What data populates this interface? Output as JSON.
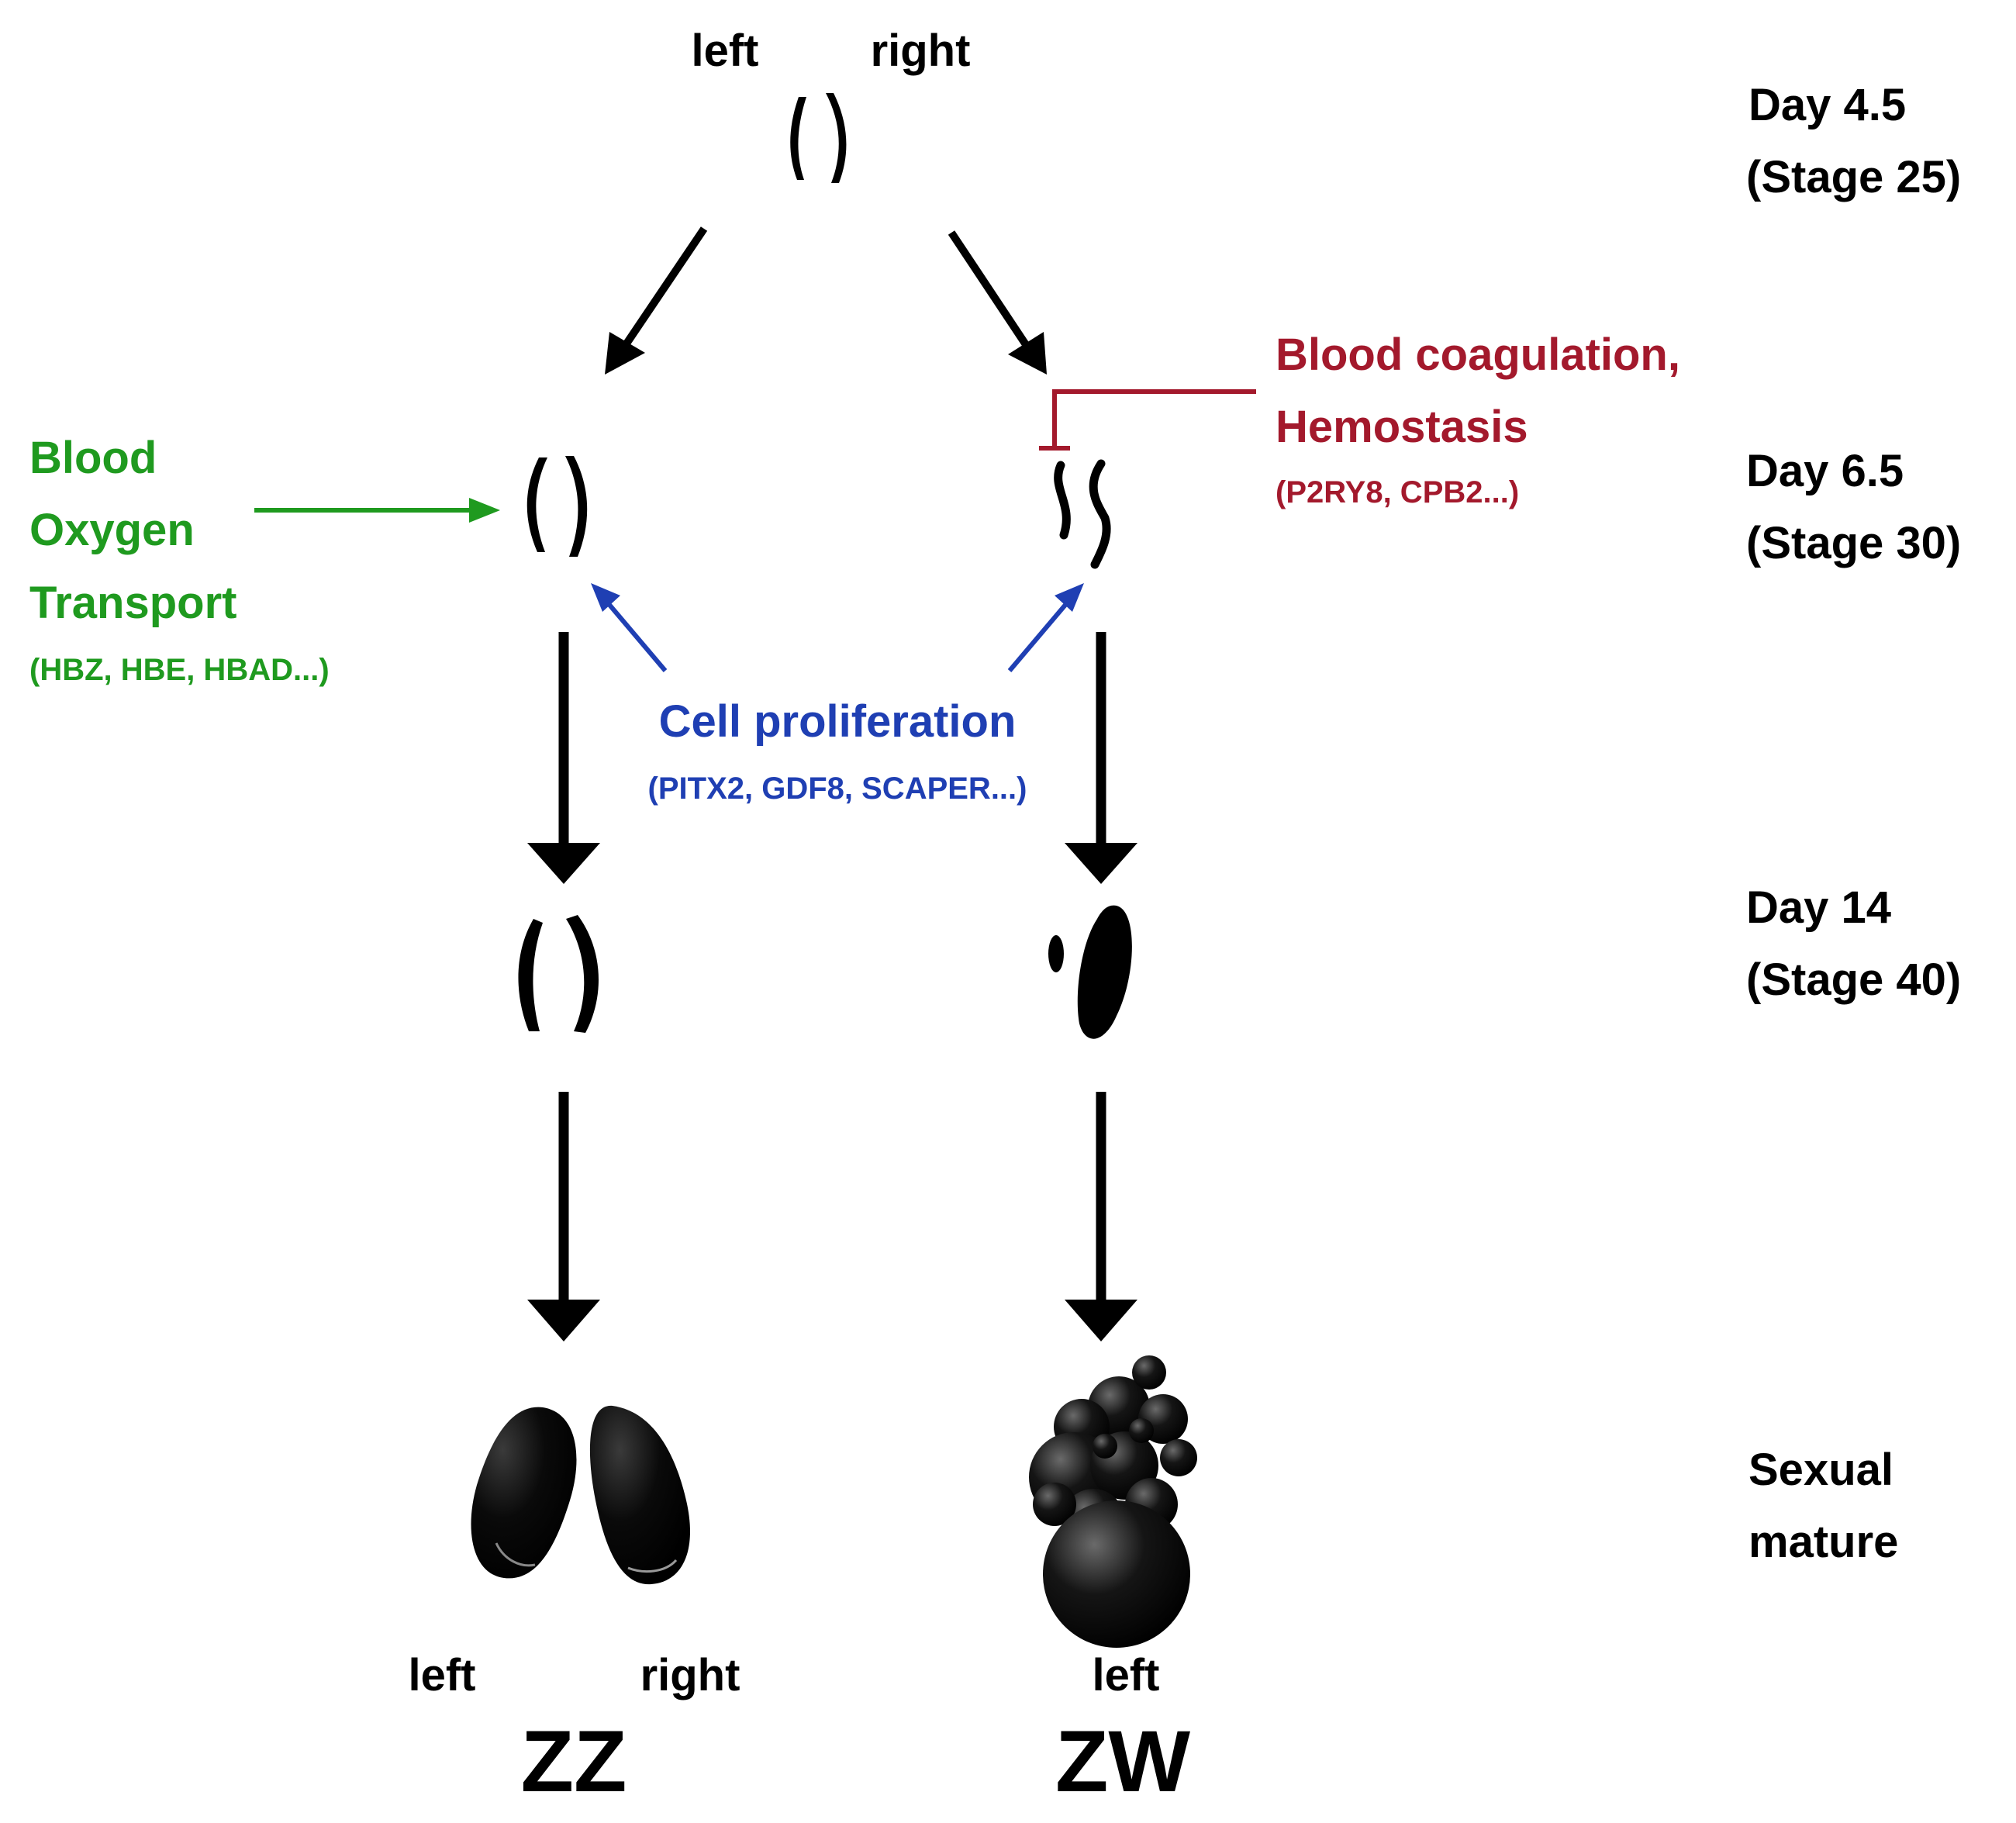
{
  "top_labels": {
    "left": "left",
    "right": "right"
  },
  "stages": [
    {
      "day": "Day 4.5",
      "stage": "(Stage 25)"
    },
    {
      "day": "Day 6.5",
      "stage": "(Stage 30)"
    },
    {
      "day": "Day 14",
      "stage": "(Stage 40)"
    },
    {
      "day": "Sexual",
      "stage": "mature"
    }
  ],
  "green_process": {
    "lines": [
      "Blood",
      "Oxygen",
      "Transport"
    ],
    "genes": "(HBZ, HBE, HBAD...)",
    "color": "#1f9a1f"
  },
  "red_process": {
    "lines": [
      "Blood coagulation,",
      "Hemostasis"
    ],
    "genes": "(P2RY8, CPB2...)",
    "color": "#a3192c"
  },
  "blue_process": {
    "title": "Cell proliferation",
    "genes": "(PITX2, GDF8, SCAPER...)",
    "color": "#1f3fb3"
  },
  "bottom": {
    "zz_left": "left",
    "zz_right": "right",
    "zw_left": "left",
    "zz_label": "ZZ",
    "zw_label": "ZW"
  }
}
